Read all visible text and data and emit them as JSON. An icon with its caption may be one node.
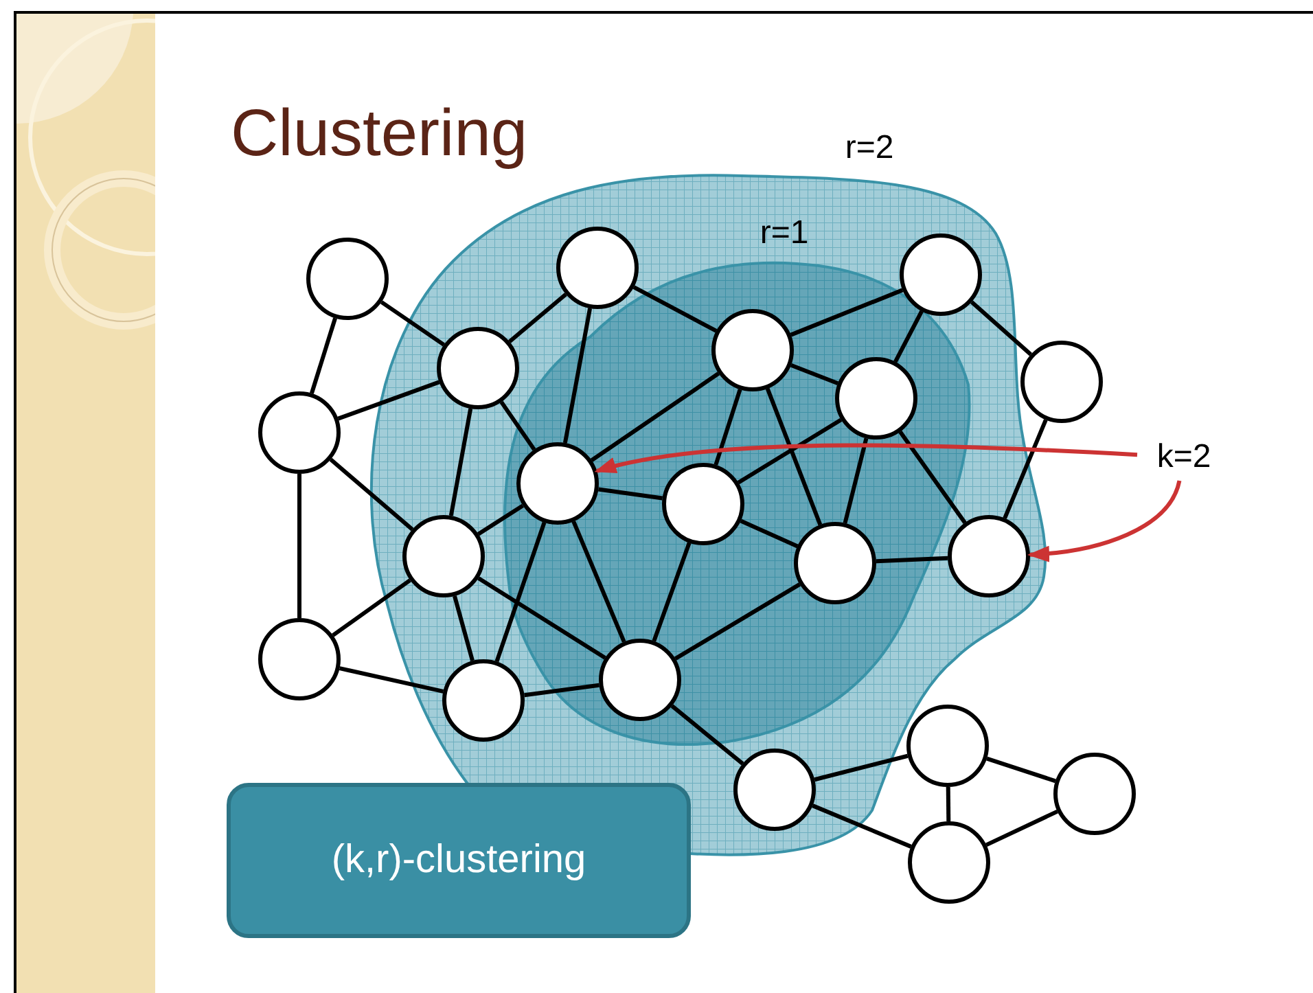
{
  "diagram": {
    "title": "Clustering",
    "nodes": [
      {
        "text": [
          "r=2"
        ]
      },
      {
        "text": [
          "r=1"
        ],
        "in": 0
      },
      {
        "text": [],
        "shape": "circle"
      },
      {
        "text": [],
        "shape": "circle",
        "in": 0
      },
      {
        "text": [],
        "shape": "circle",
        "in": 0
      },
      {
        "text": [],
        "shape": "circle",
        "in": 0
      },
      {
        "text": [],
        "shape": "circle",
        "in": 1
      },
      {
        "text": [],
        "shape": "circle"
      },
      {
        "text": [],
        "shape": "circle"
      },
      {
        "text": [],
        "shape": "circle",
        "in": 1
      },
      {
        "text": [],
        "shape": "circle",
        "in": 1
      },
      {
        "text": [],
        "shape": "circle",
        "in": 1
      },
      {
        "text": [],
        "shape": "circle",
        "in": 0
      },
      {
        "text": [],
        "shape": "circle",
        "in": 1
      },
      {
        "text": [],
        "shape": "circle",
        "in": 0
      },
      {
        "text": [],
        "shape": "circle"
      },
      {
        "text": [],
        "shape": "circle",
        "in": 0
      },
      {
        "text": [],
        "shape": "circle",
        "in": 1
      },
      {
        "text": [],
        "shape": "circle"
      },
      {
        "text": [],
        "shape": "circle",
        "in": 0
      },
      {
        "text": [],
        "shape": "circle"
      },
      {
        "text": [],
        "shape": "circle"
      },
      {
        "text": [
          "k=2"
        ]
      },
      {
        "text": [
          "(k,r)-clustering"
        ]
      }
    ],
    "edges": [
      {
        "from": 2,
        "to": 8,
        "arrow": "none"
      },
      {
        "from": 2,
        "to": 5,
        "arrow": "none"
      },
      {
        "from": 8,
        "to": 5,
        "arrow": "none"
      },
      {
        "from": 8,
        "to": 12,
        "arrow": "none"
      },
      {
        "from": 8,
        "to": 15,
        "arrow": "none"
      },
      {
        "from": 5,
        "to": 3,
        "arrow": "none"
      },
      {
        "from": 5,
        "to": 10,
        "arrow": "none"
      },
      {
        "from": 5,
        "to": 12,
        "arrow": "none"
      },
      {
        "from": 3,
        "to": 10,
        "arrow": "none"
      },
      {
        "from": 3,
        "to": 6,
        "arrow": "none"
      },
      {
        "from": 6,
        "to": 10,
        "arrow": "none"
      },
      {
        "from": 4,
        "to": 6,
        "arrow": "none"
      },
      {
        "from": 4,
        "to": 9,
        "arrow": "none"
      },
      {
        "from": 4,
        "to": 7,
        "arrow": "none"
      },
      {
        "from": 6,
        "to": 9,
        "arrow": "none"
      },
      {
        "from": 6,
        "to": 11,
        "arrow": "none"
      },
      {
        "from": 6,
        "to": 13,
        "arrow": "none"
      },
      {
        "from": 9,
        "to": 11,
        "arrow": "none"
      },
      {
        "from": 9,
        "to": 13,
        "arrow": "none"
      },
      {
        "from": 9,
        "to": 14,
        "arrow": "none"
      },
      {
        "from": 7,
        "to": 14,
        "arrow": "none"
      },
      {
        "from": 10,
        "to": 11,
        "arrow": "none"
      },
      {
        "from": 11,
        "to": 13,
        "arrow": "none"
      },
      {
        "from": 11,
        "to": 17,
        "arrow": "none"
      },
      {
        "from": 13,
        "to": 14,
        "arrow": "none"
      },
      {
        "from": 13,
        "to": 17,
        "arrow": "none"
      },
      {
        "from": 12,
        "to": 10,
        "arrow": "none"
      },
      {
        "from": 12,
        "to": 16,
        "arrow": "none"
      },
      {
        "from": 12,
        "to": 17,
        "arrow": "none"
      },
      {
        "from": 10,
        "to": 16,
        "arrow": "none"
      },
      {
        "from": 10,
        "to": 17,
        "arrow": "none"
      },
      {
        "from": 15,
        "to": 12,
        "arrow": "none"
      },
      {
        "from": 15,
        "to": 16,
        "arrow": "none"
      },
      {
        "from": 16,
        "to": 17,
        "arrow": "none"
      },
      {
        "from": 17,
        "to": 19,
        "arrow": "none"
      },
      {
        "from": 19,
        "to": 18,
        "arrow": "none"
      },
      {
        "from": 19,
        "to": 21,
        "arrow": "none"
      },
      {
        "from": 18,
        "to": 21,
        "arrow": "none"
      },
      {
        "from": 18,
        "to": 20,
        "arrow": "none"
      },
      {
        "from": 21,
        "to": 20,
        "arrow": "none"
      },
      {
        "from": 22,
        "to": 10,
        "arrow": "to",
        "color": "#cc3333"
      },
      {
        "from": 22,
        "to": 14,
        "arrow": "to",
        "color": "#cc3333"
      }
    ]
  }
}
